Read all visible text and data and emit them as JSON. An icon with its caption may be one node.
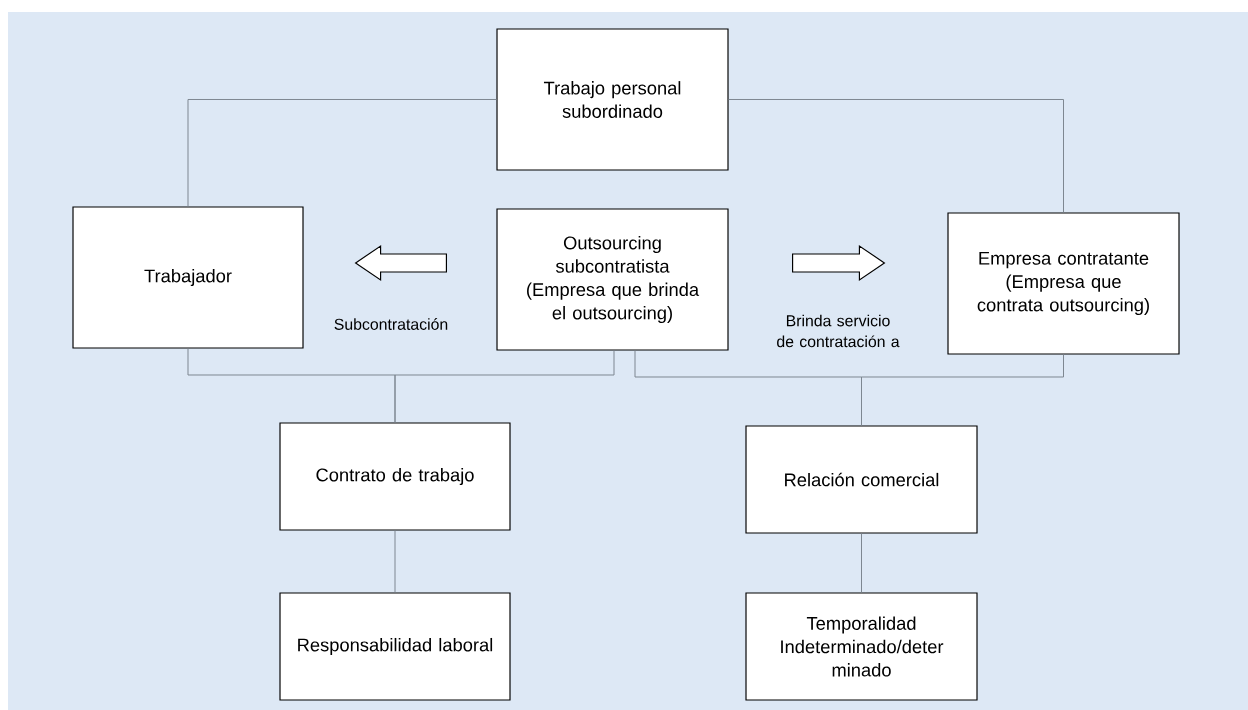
{
  "diagram": {
    "nodes": [
      {
        "text": [
          "Trabajo personal subordinado"
        ]
      },
      {
        "text": [
          "Trabajador"
        ]
      },
      {
        "text": [
          "Outsourcing subcontratista",
          "(Empresa que brinda el outsourcing)"
        ]
      },
      {
        "text": [
          "Empresa contratante",
          "(Empresa que contrata outsourcing)"
        ]
      },
      {
        "text": [
          "Contrato de trabajo"
        ]
      },
      {
        "text": [
          "Relación comercial"
        ]
      },
      {
        "text": [
          "Responsabilidad laboral"
        ]
      },
      {
        "text": [
          "Temporalidad",
          "Indeterminado/deter minado"
        ]
      }
    ],
    "edges": [
      {
        "from": 0,
        "to": 1,
        "arrow": "none"
      },
      {
        "from": 0,
        "to": 3,
        "arrow": "none"
      },
      {
        "from": 2,
        "to": 1,
        "arrow": "to",
        "label": "Subcontratación",
        "style": "thick"
      },
      {
        "from": 2,
        "to": 3,
        "arrow": "to",
        "label": "Brinda servicio de contratación a",
        "style": "thick"
      },
      {
        "from": 1,
        "to": 4,
        "arrow": "none"
      },
      {
        "from": 2,
        "to": 4,
        "arrow": "none"
      },
      {
        "from": 2,
        "to": 5,
        "arrow": "none"
      },
      {
        "from": 3,
        "to": 5,
        "arrow": "none"
      },
      {
        "from": 4,
        "to": 6,
        "arrow": "none"
      },
      {
        "from": 5,
        "to": 7,
        "arrow": "none"
      }
    ]
  }
}
